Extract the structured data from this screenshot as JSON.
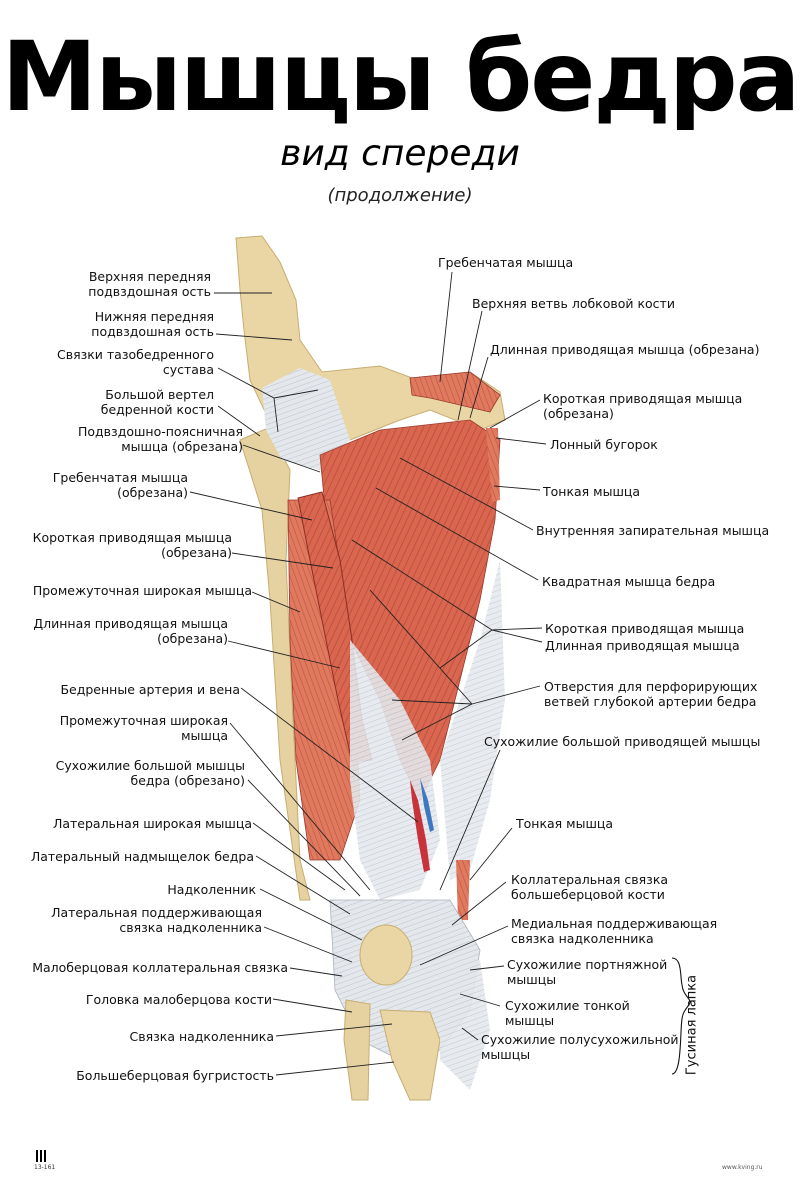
{
  "title": "Мышцы бедра",
  "subtitle": "вид спереди",
  "note": "(продолжение)",
  "group_label": "Гусиная лапка",
  "footer": {
    "code": "13-161",
    "site": "www.kving.ru"
  },
  "left_labels": [
    "Верхняя передняя\nподвздошная ость",
    "Нижняя передняя\nподвздошная ость",
    "Связки тазобедренного\nсустава",
    "Большой вертел\nбедренной кости",
    "Подвздошно-поясничная\nмышца (обрезана)",
    "Гребенчатая мышца\n(обрезана)",
    "Короткая приводящая мышца\n(обрезана)",
    "Промежуточная широкая мышца",
    "Длинная приводящая мышца\n(обрезана)",
    "Бедренные артерия и вена",
    "Промежуточная широкая\nмышца",
    "Сухожилие большой мышцы\nбедра (обрезано)",
    "Латеральная широкая мышца",
    "Латеральный надмыщелок бедра",
    "Надколенник",
    "Латеральная поддерживающая\nсвязка надколенника",
    "Малоберцовая коллатеральная связка",
    "Головка малоберцова кости",
    "Связка надколенника",
    "Большеберцовая бугристость"
  ],
  "right_labels": [
    "Гребенчатая мышца",
    "Верхняя ветвь лобковой кости",
    "Длинная приводящая мышца (обрезана)",
    "Короткая приводящая мышца\n(обрезана)",
    "Лонный бугорок",
    "Тонкая мышца",
    "Внутренняя запирательная мышца",
    "Квадратная мышца бедра",
    "Короткая приводящая мышца",
    "Длинная приводящая мышца",
    "Отверстия для перфорирующих\nветвей глубокой артерии бедра",
    "Сухожилие большой приводящей мышцы",
    "Тонкая мышца",
    "Коллатеральная связка\nбольшеберцовой кости",
    "Медиальная поддерживающая\nсвязка надколенника",
    "Сухожилие портняжной\nмышцы",
    "Сухожилие тонкой\nмышцы",
    "Сухожилие полусухожильной\nмышцы"
  ],
  "colors": {
    "bone": "#e9d6a4",
    "muscle": "#d9664f",
    "tendon": "#dfe4e8",
    "artery": "#c8323a",
    "vein": "#3d78c0"
  }
}
